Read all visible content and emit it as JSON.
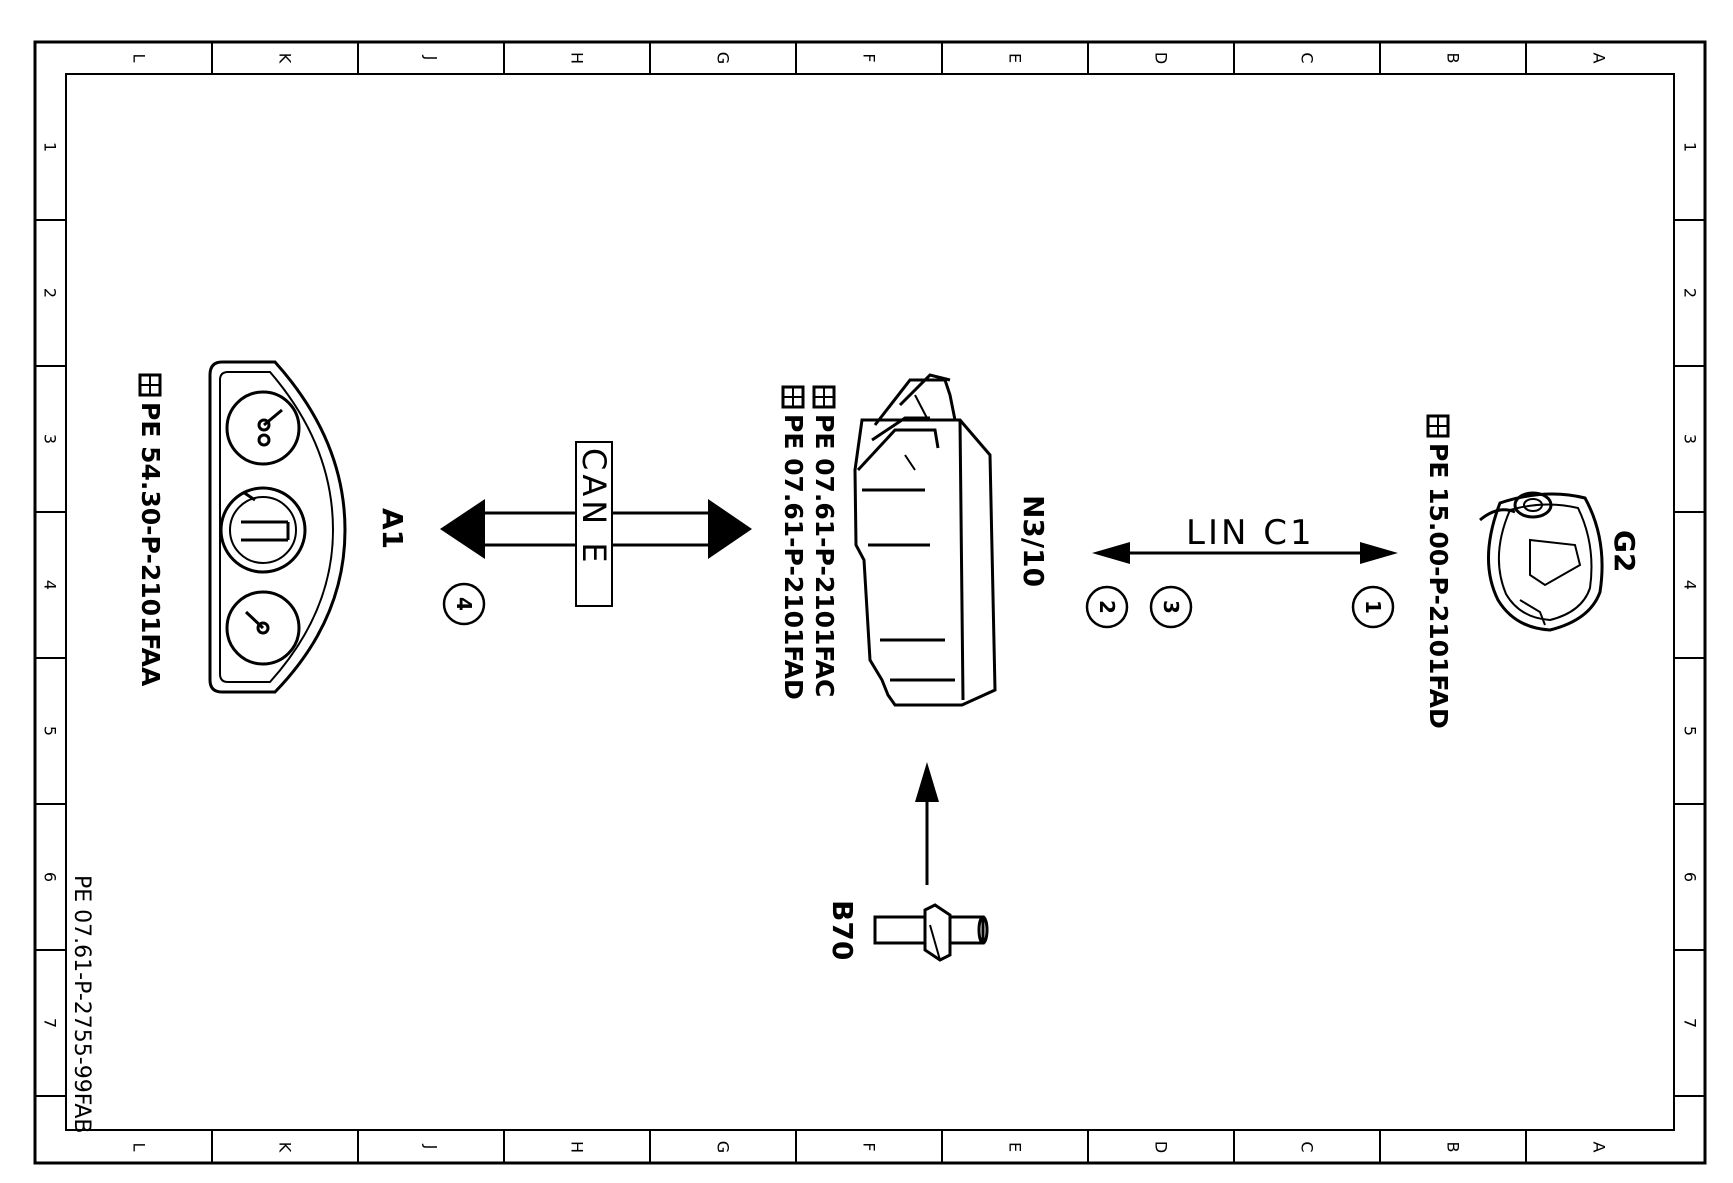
{
  "frame": {
    "column_letters": [
      "L",
      "K",
      "J",
      "H",
      "G",
      "F",
      "E",
      "D",
      "C",
      "B",
      "A"
    ],
    "row_numbers": [
      "1",
      "2",
      "3",
      "4",
      "5",
      "6",
      "7"
    ]
  },
  "document_number": "PE 07.61-P-2755-99FAB",
  "components": {
    "a1": {
      "label": "A1",
      "icon": "instrument-cluster-icon",
      "ref_icon": "pointing-hand-icon",
      "ref": "PE 54.30-P-2101FAA",
      "callout": "4"
    },
    "n3_10": {
      "label": "N3/10",
      "icon": "control-unit-icon",
      "ref_icon": "pointing-hand-icon",
      "refs": [
        "PE 07.61-P-2101FAC",
        "PE 07.61-P-2101FAD"
      ],
      "callouts": [
        "2",
        "3"
      ]
    },
    "g2": {
      "label": "G2",
      "icon": "alternator-icon",
      "ref_icon": "pointing-hand-icon",
      "ref": "PE 15.00-P-2101FAD",
      "callout": "1"
    },
    "b70": {
      "label": "B70",
      "icon": "sensor-icon"
    }
  },
  "connections": {
    "can": {
      "label": "CAN E"
    },
    "lin": {
      "label": "LIN C1"
    }
  }
}
